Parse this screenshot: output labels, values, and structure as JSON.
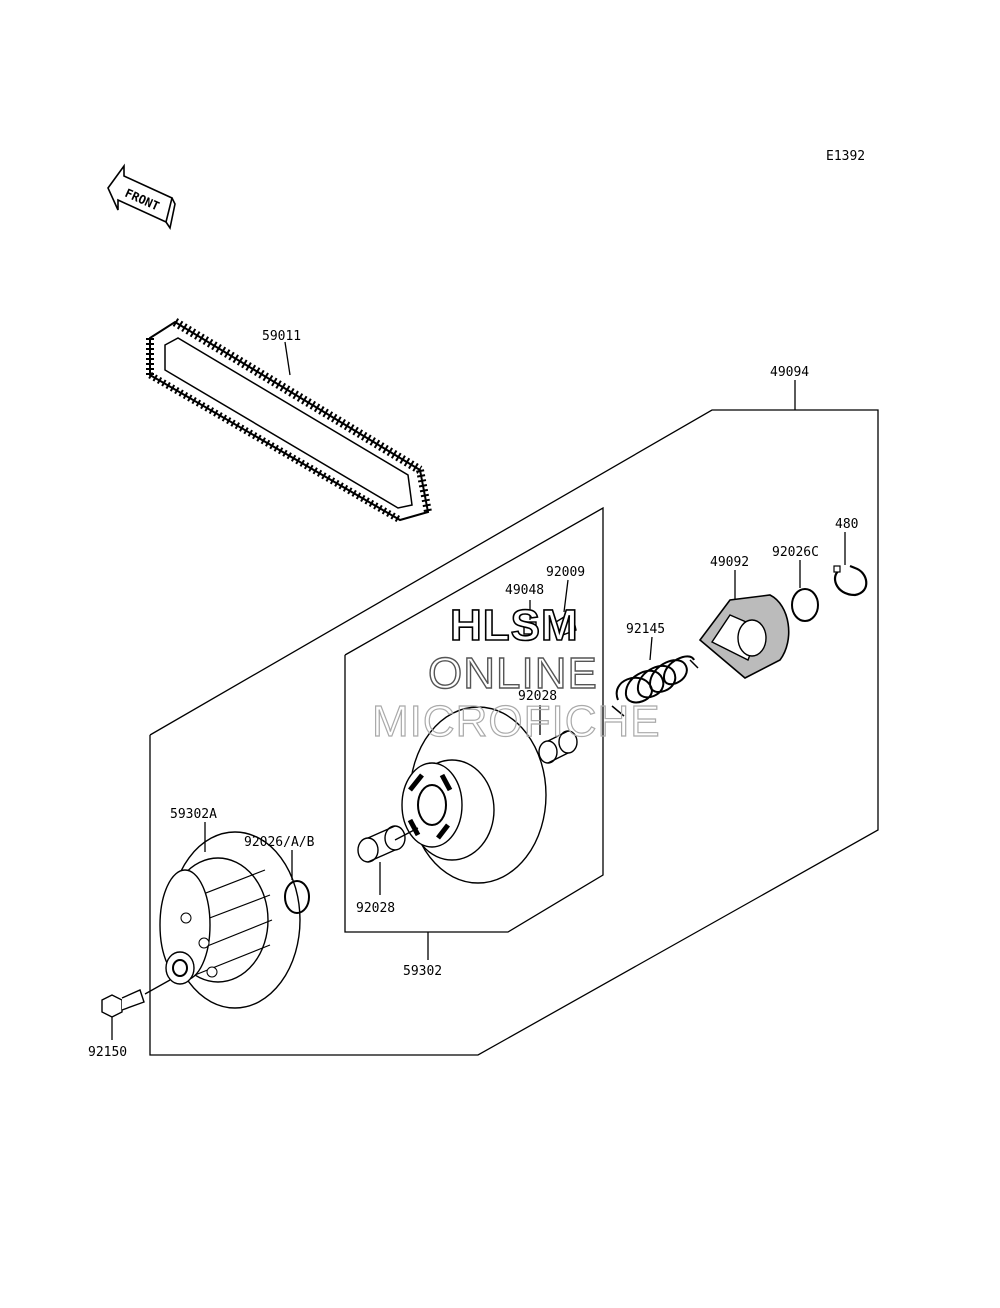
{
  "diagram": {
    "code": "E1392",
    "front_label": "FRONT"
  },
  "parts": {
    "belt": "59011",
    "assembly": "49094",
    "movable_sheave": "59302",
    "bush_lower": "92028",
    "bush_upper": "92028",
    "shoe": "49048",
    "screw": "92009",
    "spring": "92145",
    "cam": "49092",
    "ring_c": "92026C",
    "circlip": "480",
    "fixed_sheave": "59302A",
    "ring_ab": "92026/A/B",
    "bolt": "92150"
  },
  "watermark": {
    "line1": "HLSM",
    "line2": "ONLINE",
    "line3": "MICROFICHE"
  }
}
